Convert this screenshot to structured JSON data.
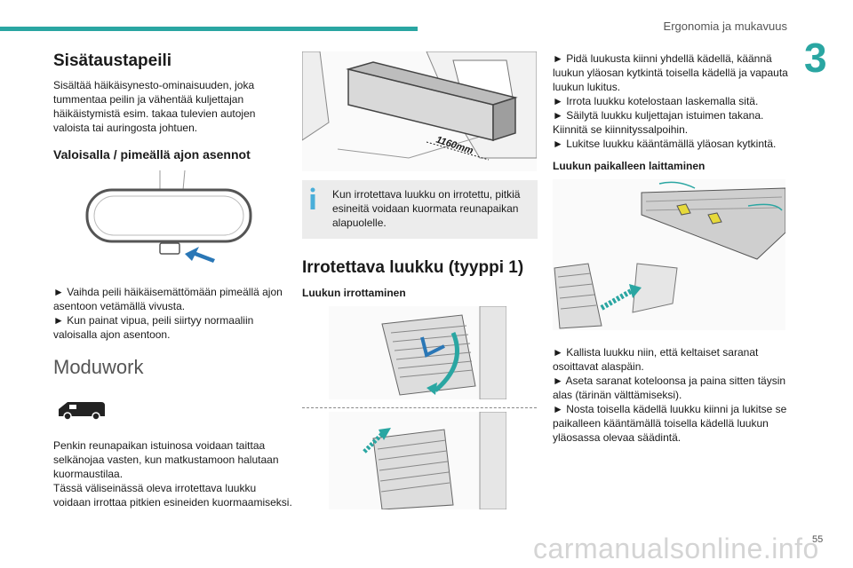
{
  "header": {
    "section_title": "Ergonomia ja mukavuus",
    "chapter_number": "3",
    "accent_color": "#2aa6a2"
  },
  "col1": {
    "title": "Sisätaustapeili",
    "intro": "Sisältää häikäisynesto-ominaisuuden, joka tummentaa peilin ja vähentää kuljettajan häikäistymistä esim. takaa tulevien autojen valoista tai auringosta johtuen.",
    "subheading": "Valoisalla / pimeällä ajon asennot",
    "step1": "► Vaihda peili häikäisemättömään pimeällä ajon asentoon vetämällä vivusta.",
    "step2": "► Kun painat vipua, peili siirtyy normaaliin valoisalla ajon asentoon.",
    "moduwork_heading": "Moduwork",
    "van_icon": "van-icon",
    "moduwork_p1": "Penkin reunapaikan istuinosa voidaan taittaa selkänojaa vasten, kun matkustamoon halutaan kuormaustilaa.",
    "moduwork_p2": "Tässä väliseinässä oleva irrotettava luukku voidaan irrottaa pitkien esineiden kuormaamiseksi."
  },
  "col2": {
    "dimension_label": "1160mm",
    "info_text": "Kun irrotettava luukku on irrotettu, pitkiä esineitä voidaan kuormata reunapaikan alapuolelle.",
    "info_icon": "info-icon",
    "type_heading": "Irrotettava luukku (tyyppi 1)",
    "removal_heading": "Luukun irrottaminen"
  },
  "col3": {
    "step1": "► Pidä luukusta kiinni yhdellä kädellä, käännä luukun yläosan kytkintä toisella kädellä ja vapauta luukun lukitus.",
    "step2": "► Irrota luukku kotelostaan laskemalla sitä.",
    "step3": "► Säilytä luukku kuljettajan istuimen takana. Kiinnitä se kiinnityssalpoihin.",
    "step4": "► Lukitse luukku kääntämällä yläosan kytkintä.",
    "refit_heading": "Luukun paikalleen laittaminen",
    "step5": "► Kallista luukku niin, että keltaiset saranat osoittavat alaspäin.",
    "step6": "► Aseta saranat koteloonsa ja paina sitten täysin alas (tärinän välttämiseksi).",
    "step7": "► Nosta toisella kädellä luukku kiinni ja lukitse se paikalleen kääntämällä toisella kädellä luukun yläosassa olevaa säädintä."
  },
  "footer": {
    "watermark": "carmanualsonline.info",
    "page_number": "55"
  }
}
